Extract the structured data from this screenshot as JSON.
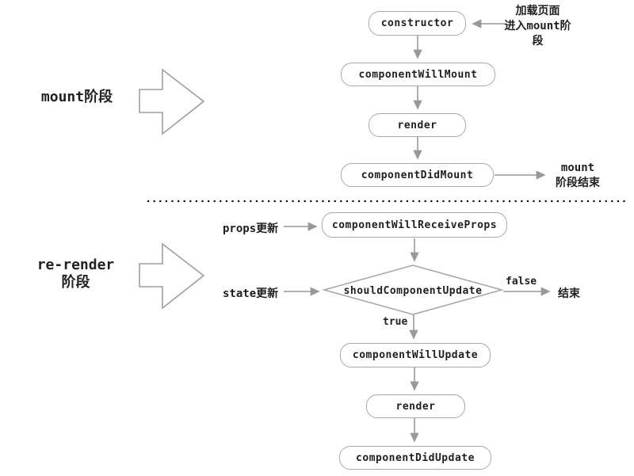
{
  "mount": {
    "label": "mount阶段",
    "node_constructor": "constructor",
    "node_will_mount": "componentWillMount",
    "node_render": "render",
    "node_did_mount": "componentDidMount",
    "entry_note_line1": "加载页面",
    "entry_note_line2": "进入mount阶",
    "entry_note_line3": "段",
    "exit_note_line1": "mount",
    "exit_note_line2": "阶段结束"
  },
  "rerender": {
    "label_line1": "re-render",
    "label_line2": "阶段",
    "trigger_props": "props更新",
    "trigger_state": "state更新",
    "node_receive_props": "componentWillReceiveProps",
    "node_decision": "shouldComponentUpdate",
    "branch_false": "false",
    "branch_true": "true",
    "end_label": "结束",
    "node_will_update": "componentWillUpdate",
    "node_render": "render",
    "node_did_update": "componentDidUpdate"
  },
  "colors": {
    "box_border": "#a8a8a8",
    "arrow": "#999999",
    "big_arrow_outline": "#9e9e9e",
    "divider_dots": "#111111",
    "text": "#1f1f1f",
    "background": "#ffffff"
  }
}
